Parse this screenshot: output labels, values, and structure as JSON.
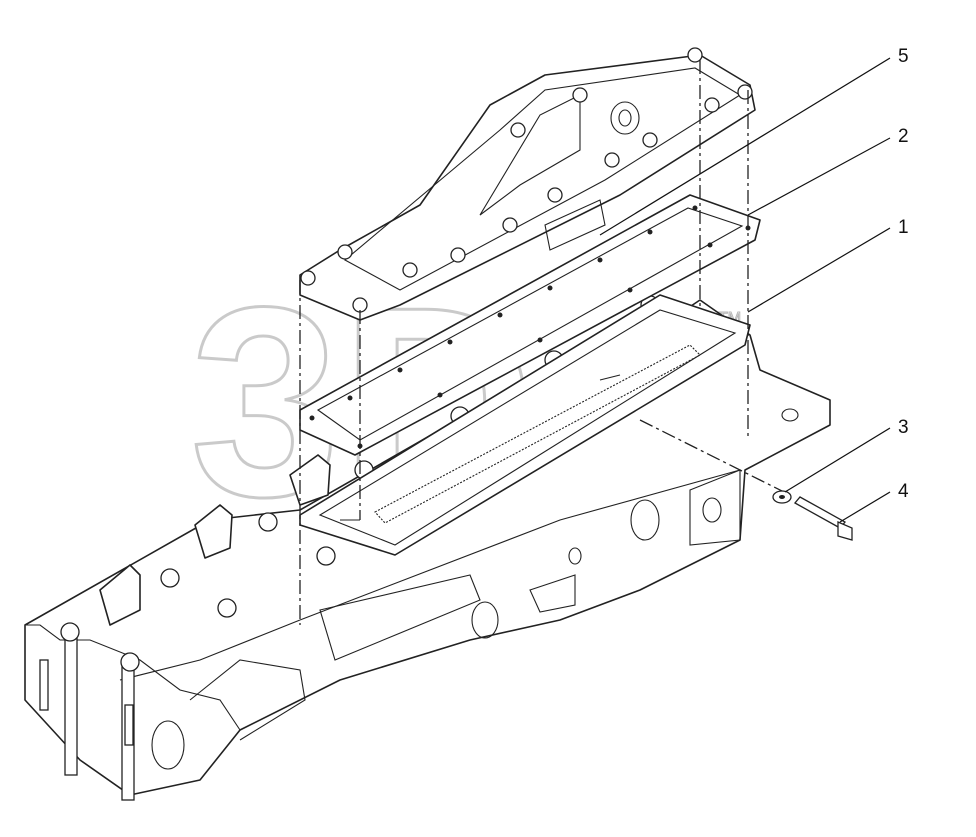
{
  "diagram": {
    "watermark": {
      "text": "3D",
      "mark": "TM"
    },
    "callouts": [
      {
        "id": "5",
        "label": "5"
      },
      {
        "id": "2",
        "label": "2"
      },
      {
        "id": "1",
        "label": "1"
      },
      {
        "id": "3",
        "label": "3"
      },
      {
        "id": "4",
        "label": "4"
      }
    ]
  }
}
